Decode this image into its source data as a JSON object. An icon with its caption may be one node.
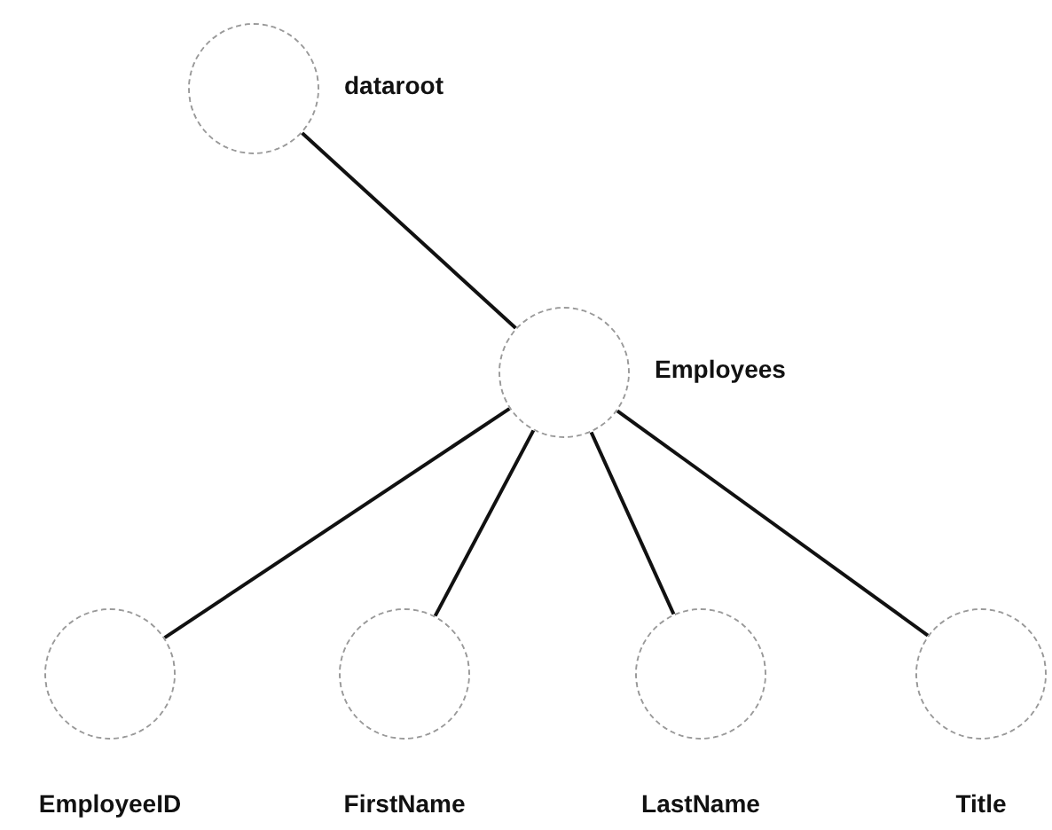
{
  "diagram": {
    "nodes": [
      {
        "text": [
          "dataroot"
        ]
      },
      {
        "text": [
          "Employees"
        ]
      },
      {
        "text": [
          "EmployeeID"
        ]
      },
      {
        "text": [
          "FirstName"
        ]
      },
      {
        "text": [
          "LastName"
        ]
      },
      {
        "text": [
          "Title"
        ]
      }
    ],
    "edges": [
      {
        "from": 0,
        "to": 1,
        "arrow": "none"
      },
      {
        "from": 1,
        "to": 2,
        "arrow": "none"
      },
      {
        "from": 1,
        "to": 3,
        "arrow": "none"
      },
      {
        "from": 1,
        "to": 4,
        "arrow": "none"
      },
      {
        "from": 1,
        "to": 5,
        "arrow": "none"
      }
    ]
  }
}
